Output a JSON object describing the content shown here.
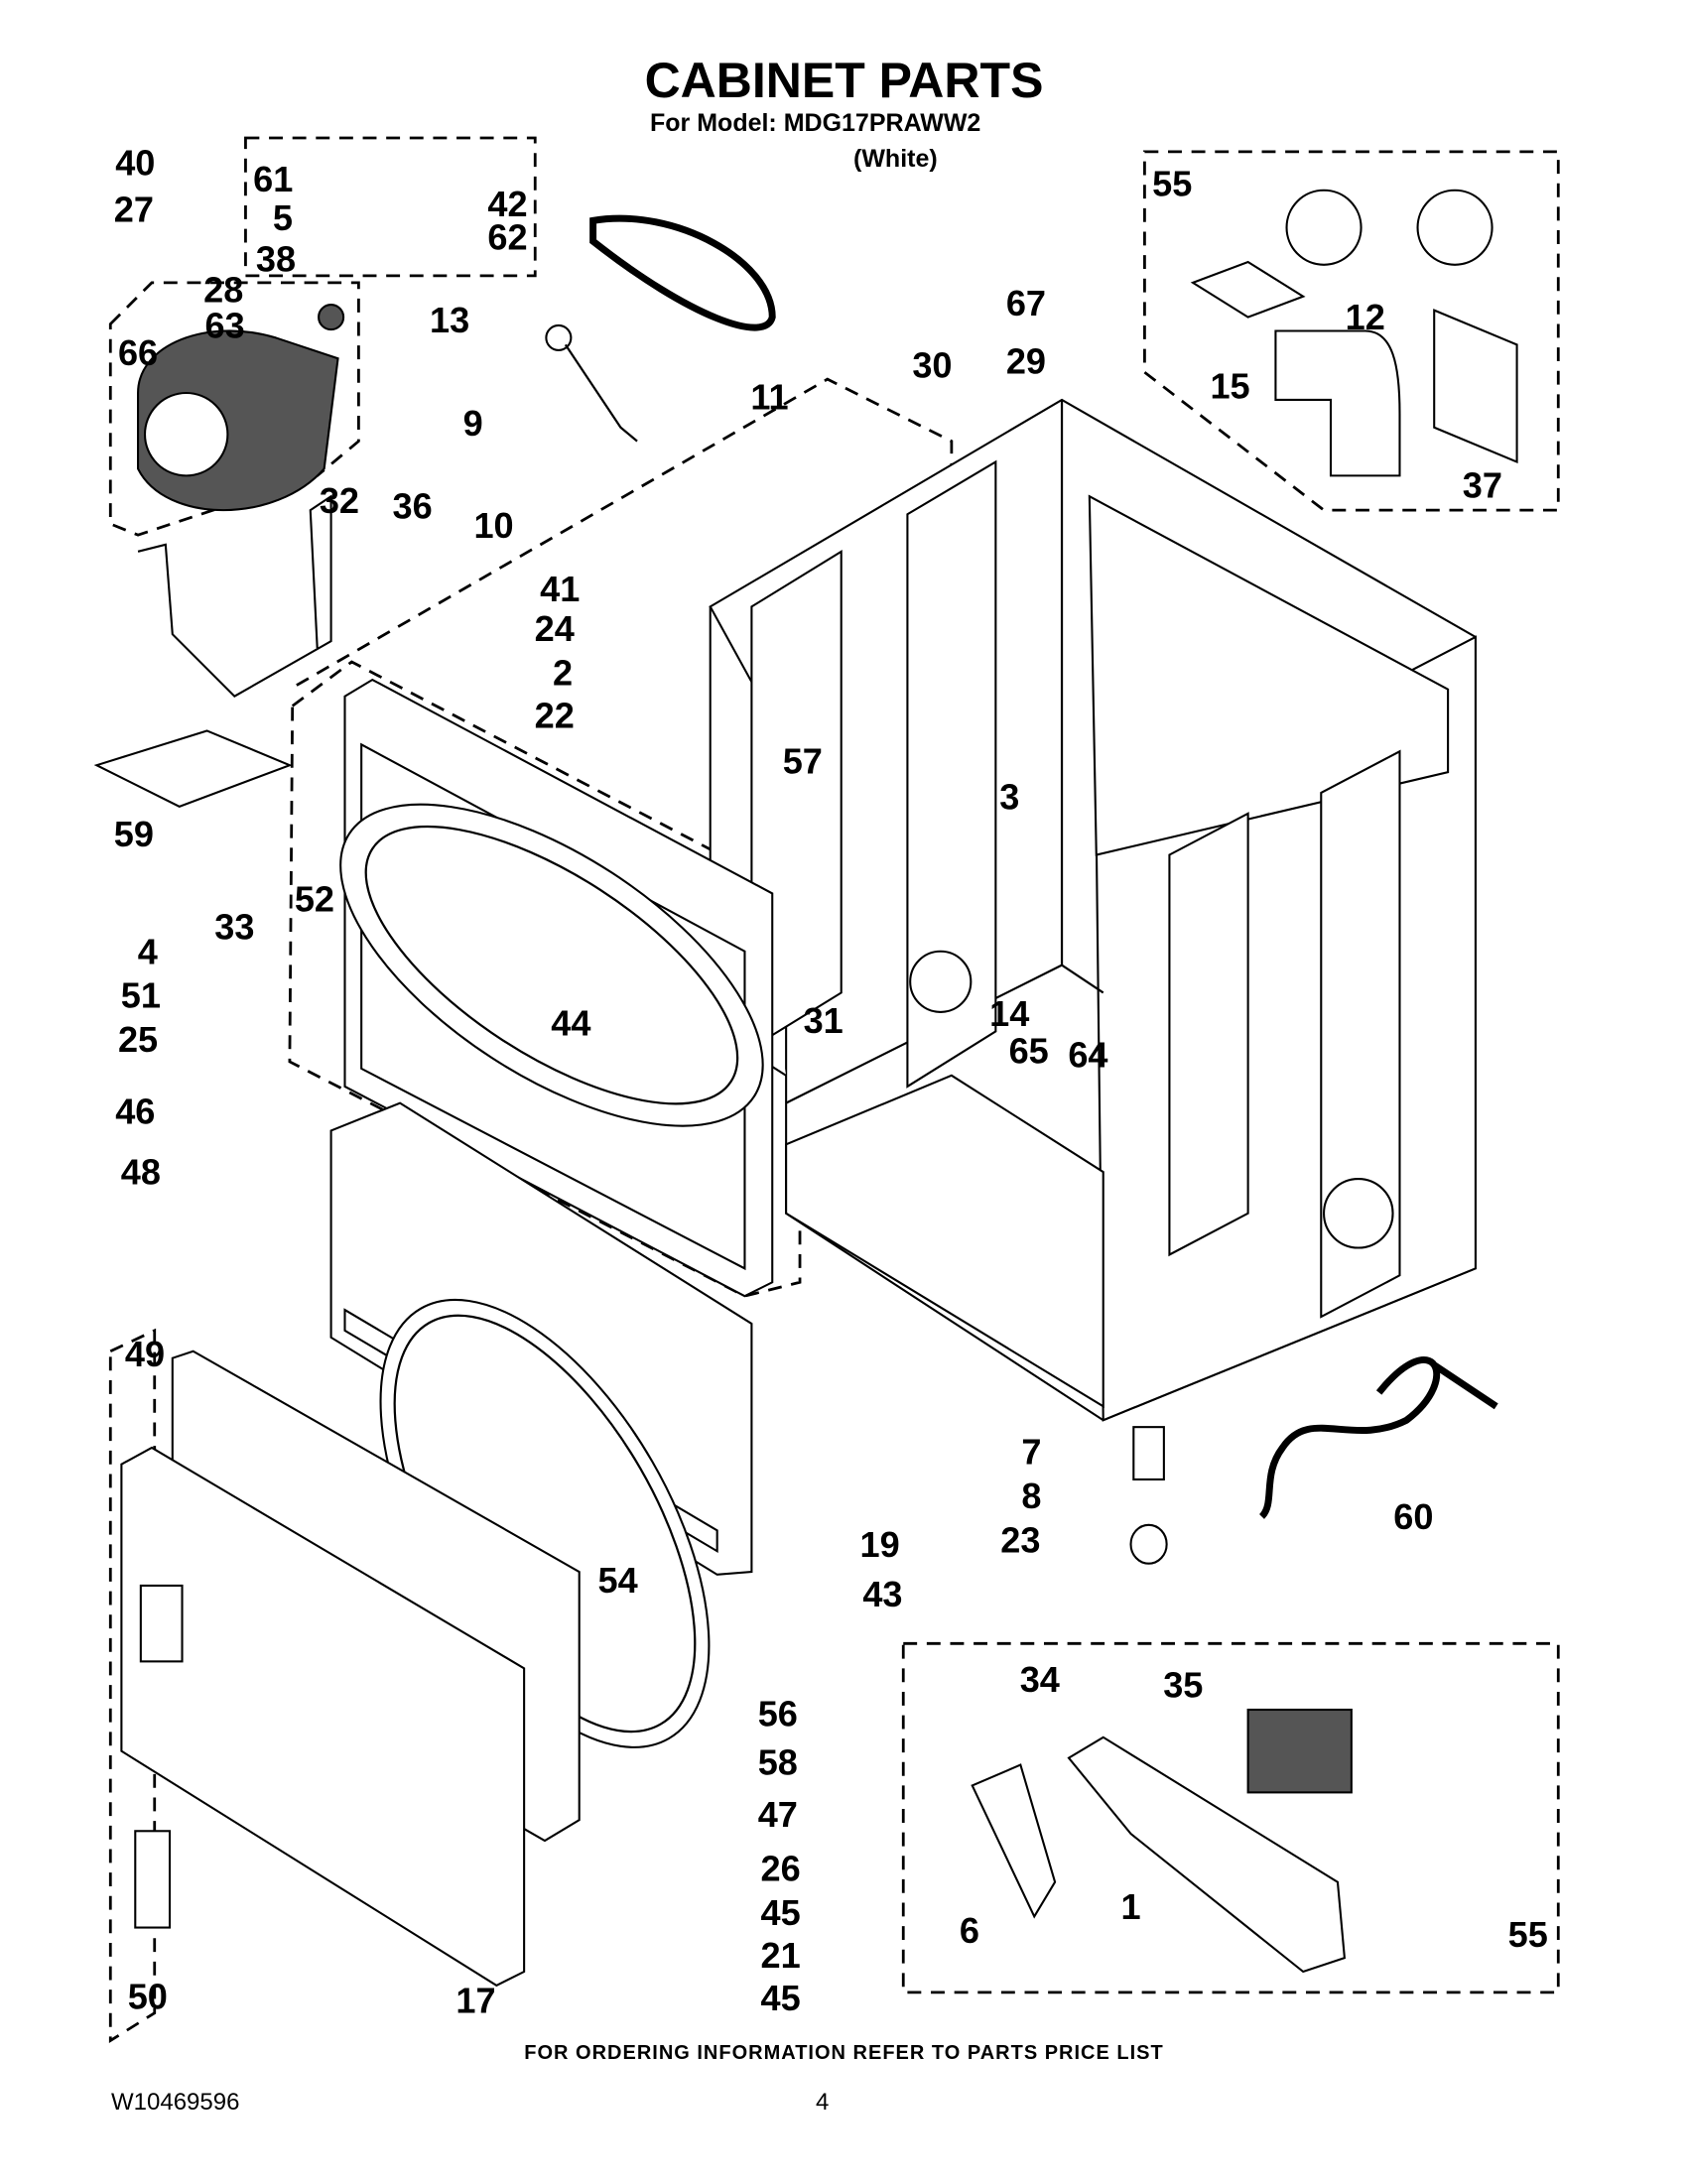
{
  "header": {
    "title": "CABINET PARTS",
    "model_line": "For Model: MDG17PRAWW2",
    "color_line": "(White)"
  },
  "diagram": {
    "callouts": [
      "40",
      "61",
      "42",
      "5",
      "62",
      "38",
      "27",
      "28",
      "13",
      "63",
      "66",
      "9",
      "30",
      "11",
      "67",
      "29",
      "55",
      "12",
      "15",
      "37",
      "32",
      "36",
      "10",
      "41",
      "24",
      "2",
      "22",
      "57",
      "59",
      "33",
      "4",
      "52",
      "3",
      "31",
      "14",
      "65",
      "64",
      "51",
      "25",
      "44",
      "46",
      "48",
      "49",
      "7",
      "8",
      "23",
      "19",
      "60",
      "54",
      "43",
      "56",
      "58",
      "34",
      "35",
      "47",
      "26",
      "45",
      "21",
      "45",
      "17",
      "50",
      "6",
      "1",
      "55"
    ]
  },
  "footer": {
    "ordering_note": "FOR ORDERING INFORMATION REFER TO PARTS PRICE LIST",
    "document_number": "W10469596",
    "page_number": "4"
  }
}
